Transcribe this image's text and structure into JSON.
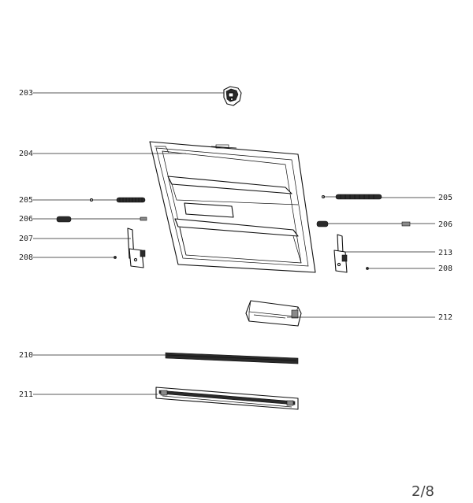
{
  "callouts": [
    {
      "id": "203",
      "label": "203"
    },
    {
      "id": "204",
      "label": "204"
    },
    {
      "id": "205-left",
      "label": "205"
    },
    {
      "id": "205-right",
      "label": "205"
    },
    {
      "id": "206-left",
      "label": "206"
    },
    {
      "id": "206-right",
      "label": "206"
    },
    {
      "id": "207",
      "label": "207"
    },
    {
      "id": "208-left",
      "label": "208"
    },
    {
      "id": "208-right",
      "label": "208"
    },
    {
      "id": "210",
      "label": "210"
    },
    {
      "id": "211",
      "label": "211"
    },
    {
      "id": "212",
      "label": "212"
    },
    {
      "id": "213",
      "label": "213"
    }
  ],
  "page_number": "2/8"
}
